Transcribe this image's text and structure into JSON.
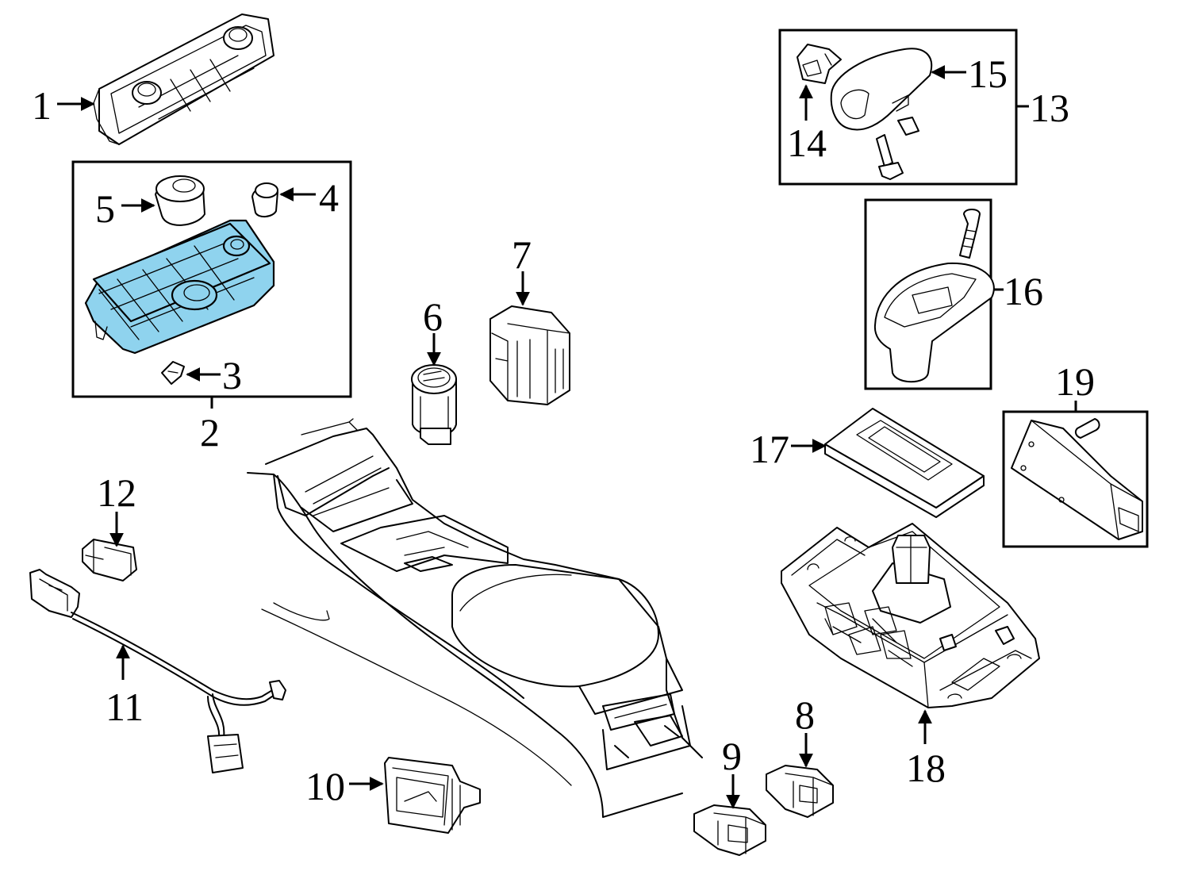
{
  "diagram": {
    "highlight_color": "#8fd3ee",
    "highlighted_part": "2",
    "callouts": [
      {
        "id": "c1",
        "label": "1"
      },
      {
        "id": "c2",
        "label": "2"
      },
      {
        "id": "c3",
        "label": "3"
      },
      {
        "id": "c4",
        "label": "4"
      },
      {
        "id": "c5",
        "label": "5"
      },
      {
        "id": "c6",
        "label": "6"
      },
      {
        "id": "c7",
        "label": "7"
      },
      {
        "id": "c8",
        "label": "8"
      },
      {
        "id": "c9",
        "label": "9"
      },
      {
        "id": "c10",
        "label": "10"
      },
      {
        "id": "c11",
        "label": "11"
      },
      {
        "id": "c12",
        "label": "12"
      },
      {
        "id": "c13",
        "label": "13"
      },
      {
        "id": "c14",
        "label": "14"
      },
      {
        "id": "c15",
        "label": "15"
      },
      {
        "id": "c16",
        "label": "16"
      },
      {
        "id": "c17",
        "label": "17"
      },
      {
        "id": "c18",
        "label": "18"
      },
      {
        "id": "c19",
        "label": "19"
      }
    ]
  }
}
